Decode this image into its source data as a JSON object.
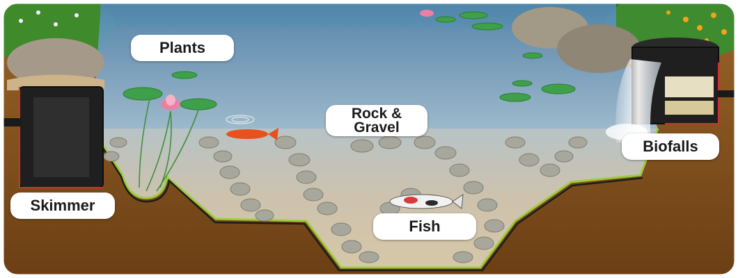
{
  "labels": {
    "plants": "Plants",
    "rock_line1": "Rock &",
    "rock_line2": "Gravel",
    "biofalls": "Biofalls",
    "skimmer": "Skimmer",
    "fish": "Fish"
  },
  "colors": {
    "water_surface": "#4f86b4",
    "water_mid": "#8fb8d6",
    "soil": "#9a6429",
    "soil_dark": "#6b3f14",
    "liner_edge": "#9ccc3a",
    "rock": "#a8a79c",
    "lily_pad": "#3fa04a",
    "lily_flower": "#ef7fa2",
    "koi_orange": "#e8501e",
    "label_bg": "#ffffff",
    "label_text": "#1a1a1a"
  }
}
